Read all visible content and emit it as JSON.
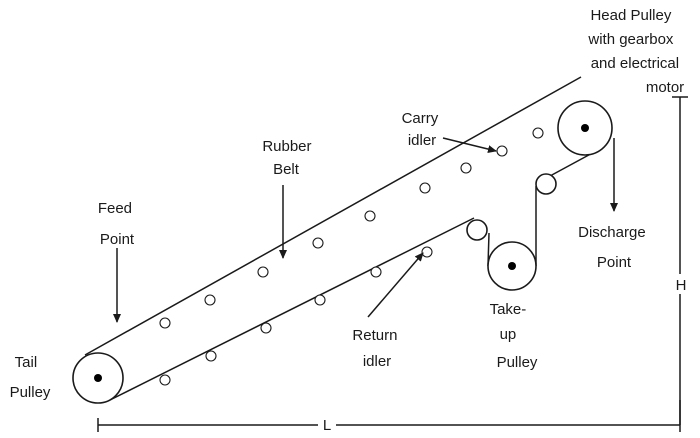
{
  "labels": {
    "head_pulley": [
      "Head Pulley",
      "with gearbox",
      "and electrical",
      "motor"
    ],
    "carry_idler": [
      "Carry",
      "idler"
    ],
    "rubber_belt": [
      "Rubber",
      "Belt"
    ],
    "feed_point": [
      "Feed",
      "Point"
    ],
    "discharge_point": [
      "Discharge",
      "Point"
    ],
    "return_idler": [
      "Return",
      "idler"
    ],
    "take_up_pulley": [
      "Take-",
      "up",
      "Pulley"
    ],
    "tail_pulley": [
      "Tail",
      "Pulley"
    ],
    "length": "L",
    "height": "H"
  }
}
